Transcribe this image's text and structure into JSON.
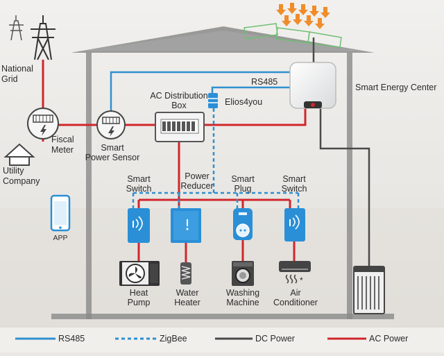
{
  "labels": {
    "national_grid": [
      "National",
      "Grid"
    ],
    "fiscal_meter": [
      "Fiscal",
      "Meter"
    ],
    "utility_company": [
      "Utility",
      "Company"
    ],
    "app": "APP",
    "smart_power_sensor": [
      "Smart",
      "Power Sensor"
    ],
    "ac_distribution_box": [
      "AC Distribution",
      "Box"
    ],
    "rs485_line": "RS485",
    "elios4you": "Elios4you",
    "smart_energy_center": "Smart Energy Center",
    "smart_switch_1": [
      "Smart",
      "Switch"
    ],
    "power_reducer": [
      "Power",
      "Reducer"
    ],
    "smart_plug": [
      "Smart",
      "Plug"
    ],
    "smart_switch_2": [
      "Smart",
      "Switch"
    ],
    "heat_pump": [
      "Heat",
      "Pump"
    ],
    "water_heater": [
      "Water",
      "Heater"
    ],
    "washing_machine": [
      "Washing",
      "Machine"
    ],
    "air_conditioner": [
      "Air",
      "Conditioner"
    ]
  },
  "legend": [
    {
      "label": "RS485",
      "style": "solid",
      "color": "#2f8fd0"
    },
    {
      "label": "ZigBee",
      "style": "dashed",
      "color": "#2f8fd0"
    },
    {
      "label": "DC Power",
      "style": "solid",
      "color": "#4a4a4a"
    },
    {
      "label": "AC Power",
      "style": "solid",
      "color": "#d0262b"
    }
  ],
  "colors": {
    "rs485": "#2f8fd0",
    "zigbee": "#2f8fd0",
    "dc_power": "#4a4a4a",
    "ac_power": "#d0262b",
    "house_outline": "#7a7a7a",
    "device_blue": "#2a8fd6",
    "sun_arrows": "#f08c2a"
  }
}
